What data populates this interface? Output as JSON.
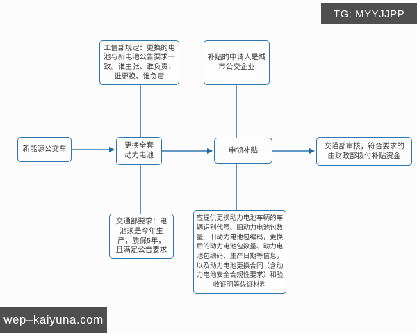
{
  "overlays": {
    "tg_badge": "TG: MYYJJPP",
    "watermark": "wep–kaiyuna.com"
  },
  "flowchart": {
    "nodes": {
      "miit_rule": "工信部规定：更换的电\n池与新电池公告要求一\n致。谁主张、谁负责；\n谁更换、谁负责",
      "applicant": "补贴的申请人是城\n市公交企业",
      "bus": "新能源公交车",
      "replace": "更换全套\n动力电池",
      "apply": "申领补贴",
      "review": "交通部审核，符合要求的\n由财政部拨付补贴资金",
      "mot_requirement": "交通部要求：电\n池须是今年生\n产，质保5年，\n且满足公告要求",
      "materials": "应提供更换动力电池车辆的车\n辆识别代号、旧动力电池包数\n量、旧动力电池包编码，更换\n后的动力电池包数量、动力电\n池包编码、生产日期等信息，\n以及动力电池更换合同（含动\n力电池安全合规性要求）和验\n收证明等佐证材料"
    }
  },
  "colors": {
    "line_blue": "#2e76ad",
    "arrow_blue": "#1f6aa5",
    "badge_bg": "#4f4f4f",
    "badge_text": "#ffffff",
    "node_text": "#3a3a3a",
    "background": "#fcfcfc"
  }
}
